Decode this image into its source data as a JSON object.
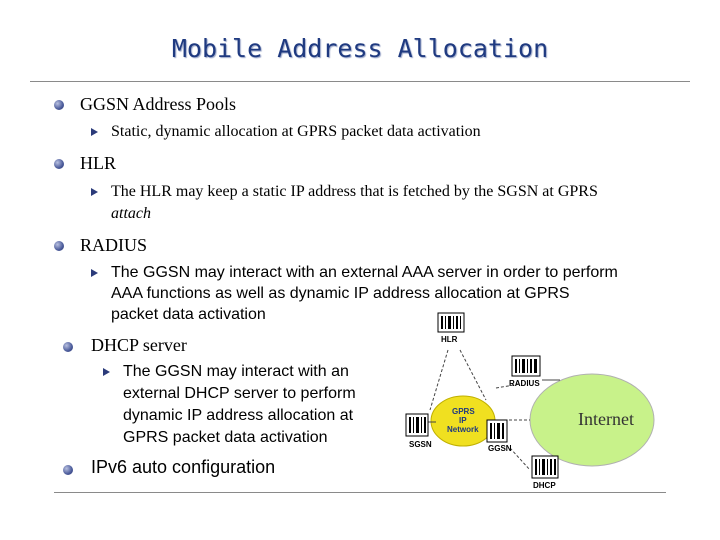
{
  "title": "Mobile Address Allocation",
  "bullets": [
    {
      "label": "GGSN Address Pools",
      "sub": "Static, dynamic allocation at GPRS packet data activation"
    },
    {
      "label": "HLR",
      "sub_line1": "The HLR may keep a static IP address that is fetched by the SGSN at GPRS",
      "sub_line2": "attach"
    },
    {
      "label": "RADIUS",
      "sub_line1": "The GGSN may interact with an external AAA server in order to perform",
      "sub_line2": "AAA functions as well as dynamic IP address allocation at GPRS",
      "sub_line3": "packet data activation"
    },
    {
      "label": "DHCP server",
      "sub_line1": "The GGSN may interact with an",
      "sub_line2": "external DHCP server to perform",
      "sub_line3": "dynamic IP address allocation at",
      "sub_line4": "GPRS packet data activation"
    },
    {
      "label": "IPv6 auto configuration"
    }
  ],
  "diagram": {
    "hlr": "HLR",
    "radius": "RADIUS",
    "gprs_network_line1": "GPRS",
    "gprs_network_line2": "IP",
    "gprs_network_line3": "Network",
    "internet": "Internet",
    "sgsn": "SGSN",
    "ggsn": "GGSN",
    "dhcp": "DHCP",
    "colors": {
      "internet": "#c8f28a",
      "gprs_network": "#f0e020",
      "link": "#444444"
    }
  }
}
